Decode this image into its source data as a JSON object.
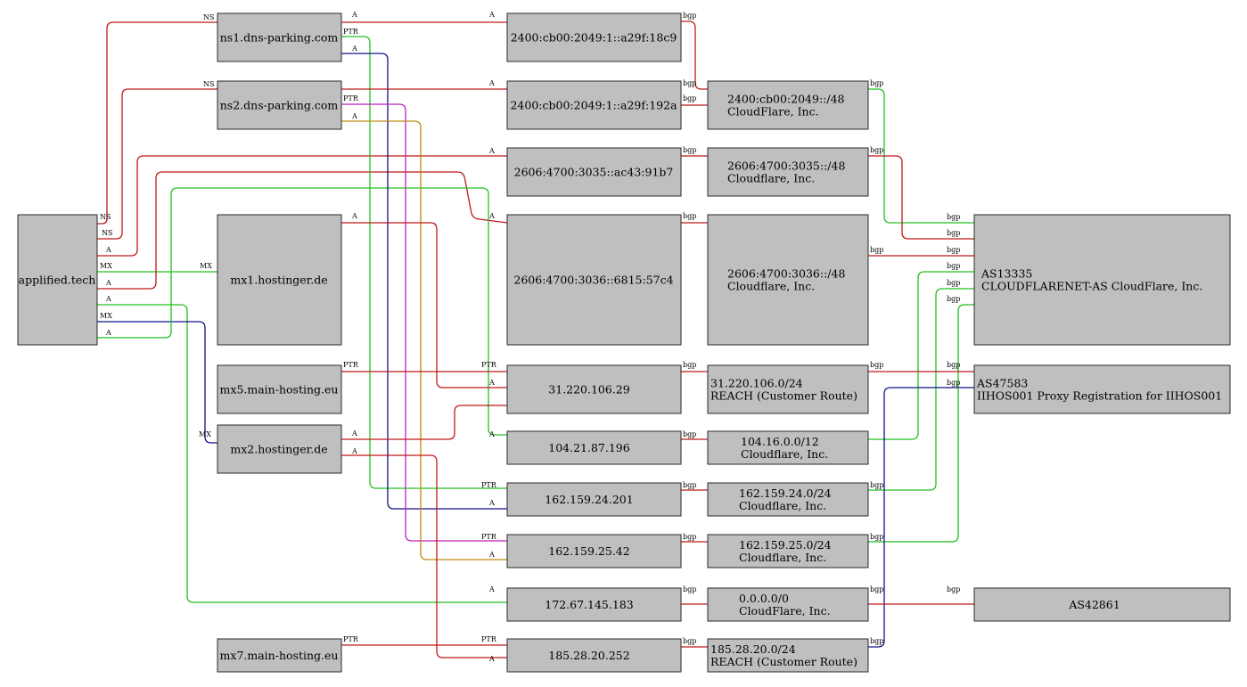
{
  "colors": {
    "red": "#c01818",
    "green": "#20c020",
    "blue": "#12128a",
    "magenta": "#c020c0",
    "orange": "#c08a10",
    "node_fill": "#c0bfc0"
  },
  "nodes": {
    "applied": [
      "applified.tech"
    ],
    "ns1": [
      "ns1.dns-parking.com"
    ],
    "ns2": [
      "ns2.dns-parking.com"
    ],
    "mx1": [
      "mx1.hostinger.de"
    ],
    "mx5": [
      "mx5.main-hosting.eu"
    ],
    "mx2": [
      "mx2.hostinger.de"
    ],
    "mx7": [
      "mx7.main-hosting.eu"
    ],
    "ip6a": [
      "2400:cb00:2049:1::a29f:18c9"
    ],
    "ip6b": [
      "2400:cb00:2049:1::a29f:192a"
    ],
    "ip6c": [
      "2606:4700:3035::ac43:91b7"
    ],
    "ip6d": [
      "2606:4700:3036::6815:57c4"
    ],
    "ip4a": [
      "31.220.106.29"
    ],
    "ip4b": [
      "104.21.87.196"
    ],
    "ip4c": [
      "162.159.24.201"
    ],
    "ip4d": [
      "162.159.25.42"
    ],
    "ip4e": [
      "172.67.145.183"
    ],
    "ip4f": [
      "185.28.20.252"
    ],
    "pfx1": [
      "2400:cb00:2049::/48",
      "CloudFlare, Inc."
    ],
    "pfx2": [
      "2606:4700:3035::/48",
      "Cloudflare, Inc."
    ],
    "pfx3": [
      "2606:4700:3036::/48",
      "Cloudflare, Inc."
    ],
    "pfx4": [
      "31.220.106.0/24",
      "REACH (Customer Route)"
    ],
    "pfx5": [
      "104.16.0.0/12",
      "Cloudflare, Inc."
    ],
    "pfx6": [
      "162.159.24.0/24",
      "Cloudflare, Inc."
    ],
    "pfx7": [
      "162.159.25.0/24",
      "Cloudflare, Inc."
    ],
    "pfx8": [
      "0.0.0.0/0",
      "CloudFlare, Inc."
    ],
    "pfx9": [
      "185.28.20.0/24",
      "REACH (Customer Route)"
    ],
    "as1": [
      "AS13335",
      "CLOUDFLARENET-AS CloudFlare, Inc."
    ],
    "as2": [
      "AS47583",
      "IIHOS001 Proxy Registration for IIHOS001"
    ],
    "as3": [
      "AS42861"
    ]
  },
  "edge_types": {
    "ns": "NS",
    "a": "A",
    "mx": "MX",
    "ptr": "PTR",
    "bgp": "bgp"
  }
}
